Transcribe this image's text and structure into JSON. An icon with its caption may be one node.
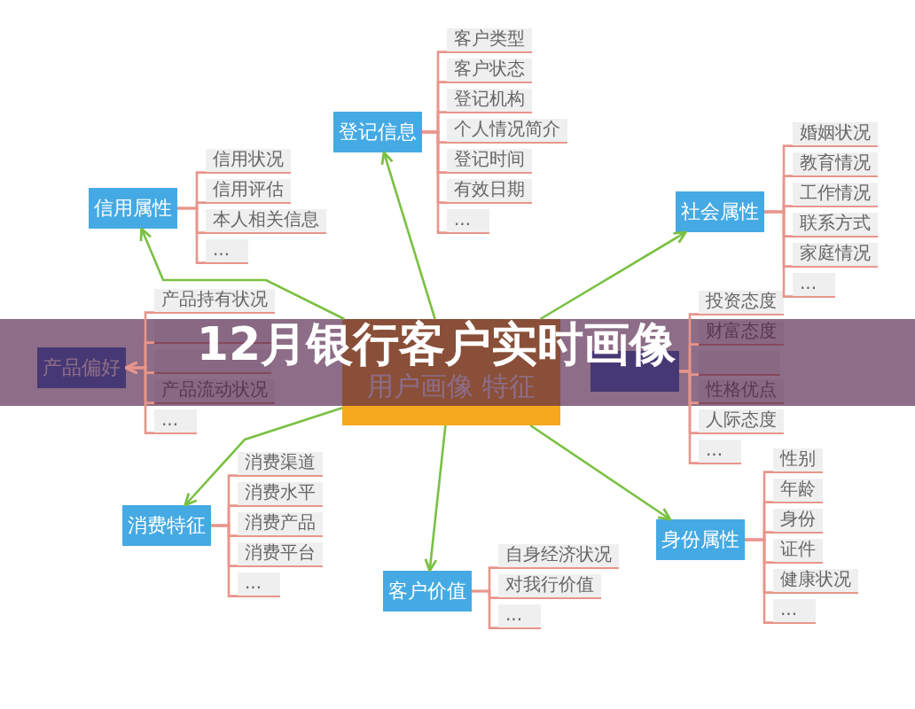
{
  "diagram": {
    "title": "12月银行客户实时画像",
    "nodes": [
      {
        "text": [
          "用户画像 特征"
        ]
      },
      {
        "text": [
          "登记信息"
        ]
      },
      {
        "text": [
          "客户类型"
        ]
      },
      {
        "text": [
          "客户状态"
        ]
      },
      {
        "text": [
          "登记机构"
        ]
      },
      {
        "text": [
          "个人情况简介"
        ]
      },
      {
        "text": [
          "登记时间"
        ]
      },
      {
        "text": [
          "有效日期"
        ]
      },
      {
        "text": [
          "..."
        ]
      },
      {
        "text": [
          "信用属性"
        ]
      },
      {
        "text": [
          "信用状况"
        ]
      },
      {
        "text": [
          "信用评估"
        ]
      },
      {
        "text": [
          "本人相关信息"
        ]
      },
      {
        "text": [
          "..."
        ]
      },
      {
        "text": [
          "社会属性"
        ]
      },
      {
        "text": [
          "婚姻状况"
        ]
      },
      {
        "text": [
          "教育情况"
        ]
      },
      {
        "text": [
          "工作情况"
        ]
      },
      {
        "text": [
          "联系方式"
        ]
      },
      {
        "text": [
          "家庭情况"
        ]
      },
      {
        "text": [
          "..."
        ]
      },
      {
        "text": [
          "产品偏好"
        ]
      },
      {
        "text": [
          "产品持有状况"
        ]
      },
      {
        "text": [],
        "shape": "box"
      },
      {
        "text": [],
        "shape": "box"
      },
      {
        "text": [
          "产品流动状况"
        ]
      },
      {
        "text": [
          "..."
        ]
      },
      {
        "text": [],
        "shape": "box"
      },
      {
        "text": [
          "投资态度"
        ]
      },
      {
        "text": [
          "财富态度"
        ]
      },
      {
        "text": [],
        "shape": "box"
      },
      {
        "text": [
          "性格优点"
        ]
      },
      {
        "text": [
          "人际态度"
        ]
      },
      {
        "text": [
          "..."
        ]
      },
      {
        "text": [
          "消费特征"
        ]
      },
      {
        "text": [
          "消费渠道"
        ]
      },
      {
        "text": [
          "消费水平"
        ]
      },
      {
        "text": [
          "消费产品"
        ]
      },
      {
        "text": [
          "消费平台"
        ]
      },
      {
        "text": [
          "..."
        ]
      },
      {
        "text": [
          "客户价值"
        ]
      },
      {
        "text": [
          "自身经济状况"
        ]
      },
      {
        "text": [
          "对我行价值"
        ]
      },
      {
        "text": [
          "..."
        ]
      },
      {
        "text": [
          "身份属性"
        ]
      },
      {
        "text": [
          "性别"
        ]
      },
      {
        "text": [
          "年龄"
        ]
      },
      {
        "text": [
          "身份"
        ]
      },
      {
        "text": [
          "证件"
        ]
      },
      {
        "text": [
          "健康状况"
        ]
      },
      {
        "text": [
          "..."
        ]
      }
    ],
    "edges": [
      {
        "from": 0,
        "to": 1,
        "arrow": "to",
        "color": "#7ac143"
      },
      {
        "from": 0,
        "to": 9,
        "arrow": "to",
        "color": "#7ac143"
      },
      {
        "from": 0,
        "to": 14,
        "arrow": "to",
        "color": "#7ac143"
      },
      {
        "from": 0,
        "to": 34,
        "arrow": "to",
        "color": "#7ac143"
      },
      {
        "from": 0,
        "to": 40,
        "arrow": "to",
        "color": "#7ac143"
      },
      {
        "from": 0,
        "to": 44,
        "arrow": "to",
        "color": "#7ac143"
      },
      {
        "from": 1,
        "to": 2,
        "arrow": "none"
      },
      {
        "from": 1,
        "to": 3,
        "arrow": "none"
      },
      {
        "from": 1,
        "to": 4,
        "arrow": "none"
      },
      {
        "from": 1,
        "to": 5,
        "arrow": "none"
      },
      {
        "from": 1,
        "to": 6,
        "arrow": "none"
      },
      {
        "from": 1,
        "to": 7,
        "arrow": "none"
      },
      {
        "from": 1,
        "to": 8,
        "arrow": "none"
      },
      {
        "from": 9,
        "to": 10,
        "arrow": "none"
      },
      {
        "from": 9,
        "to": 11,
        "arrow": "none"
      },
      {
        "from": 9,
        "to": 12,
        "arrow": "none"
      },
      {
        "from": 9,
        "to": 13,
        "arrow": "none"
      },
      {
        "from": 14,
        "to": 15,
        "arrow": "none"
      },
      {
        "from": 14,
        "to": 16,
        "arrow": "none"
      },
      {
        "from": 14,
        "to": 17,
        "arrow": "none"
      },
      {
        "from": 14,
        "to": 18,
        "arrow": "none"
      },
      {
        "from": 14,
        "to": 19,
        "arrow": "none"
      },
      {
        "from": 14,
        "to": 20,
        "arrow": "none"
      },
      {
        "from": 22,
        "to": 21,
        "arrow": "to"
      },
      {
        "from": 23,
        "to": 21,
        "arrow": "to"
      },
      {
        "from": 24,
        "to": 21,
        "arrow": "to"
      },
      {
        "from": 25,
        "to": 21,
        "arrow": "to"
      },
      {
        "from": 26,
        "to": 21,
        "arrow": "to"
      },
      {
        "from": 27,
        "to": 28,
        "arrow": "none"
      },
      {
        "from": 27,
        "to": 29,
        "arrow": "none"
      },
      {
        "from": 27,
        "to": 30,
        "arrow": "none"
      },
      {
        "from": 27,
        "to": 31,
        "arrow": "none"
      },
      {
        "from": 27,
        "to": 32,
        "arrow": "none"
      },
      {
        "from": 27,
        "to": 33,
        "arrow": "none"
      },
      {
        "from": 34,
        "to": 35,
        "arrow": "none"
      },
      {
        "from": 34,
        "to": 36,
        "arrow": "none"
      },
      {
        "from": 34,
        "to": 37,
        "arrow": "none"
      },
      {
        "from": 34,
        "to": 38,
        "arrow": "none"
      },
      {
        "from": 34,
        "to": 39,
        "arrow": "none"
      },
      {
        "from": 40,
        "to": 41,
        "arrow": "none"
      },
      {
        "from": 40,
        "to": 42,
        "arrow": "none"
      },
      {
        "from": 40,
        "to": 43,
        "arrow": "none"
      },
      {
        "from": 44,
        "to": 45,
        "arrow": "none"
      },
      {
        "from": 44,
        "to": 46,
        "arrow": "none"
      },
      {
        "from": 44,
        "to": 47,
        "arrow": "none"
      },
      {
        "from": 44,
        "to": 48,
        "arrow": "none"
      },
      {
        "from": 44,
        "to": 49,
        "arrow": "none"
      },
      {
        "from": 44,
        "to": 50,
        "arrow": "none"
      }
    ]
  }
}
